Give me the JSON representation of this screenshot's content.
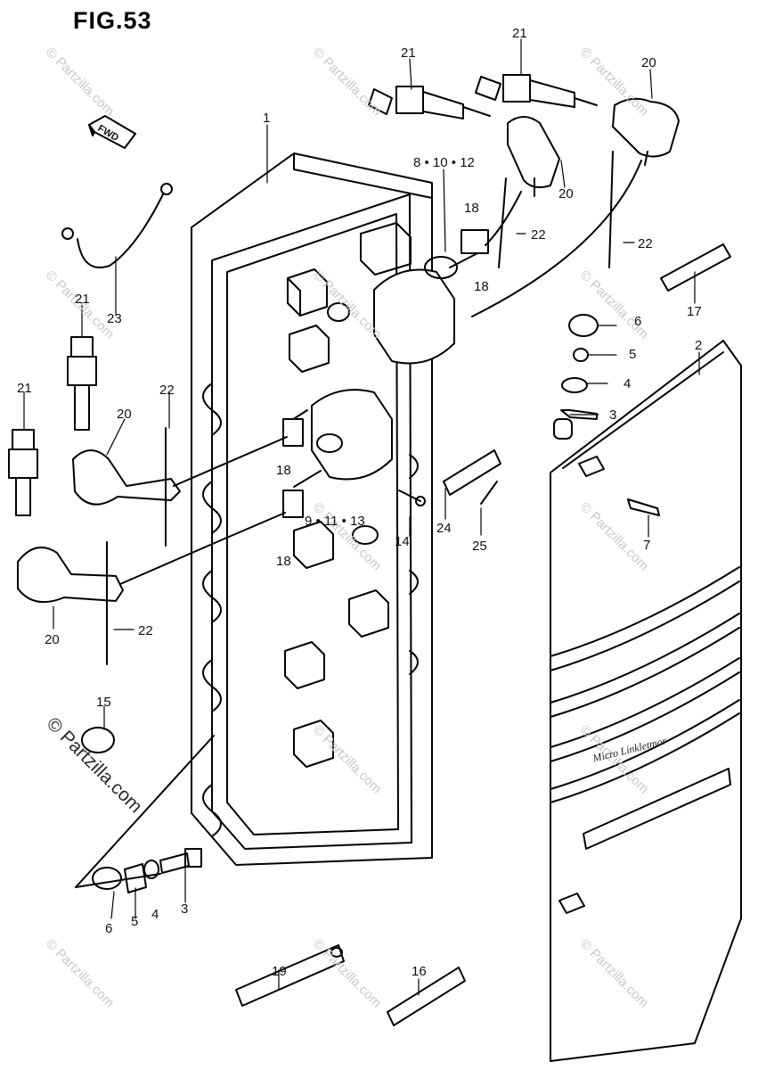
{
  "figure": {
    "title": "FIG.53",
    "fwd_badge": "FWD",
    "cover_label": "Micro Linkletmor"
  },
  "watermark": {
    "text": "© Partzilla.com",
    "prominent_text": "© Partzilla.com"
  },
  "parts": [
    {
      "label": "1"
    },
    {
      "label": "2"
    },
    {
      "label": "3"
    },
    {
      "label": "3"
    },
    {
      "label": "4"
    },
    {
      "label": "4"
    },
    {
      "label": "5"
    },
    {
      "label": "5"
    },
    {
      "label": "6"
    },
    {
      "label": "6"
    },
    {
      "label": "7"
    },
    {
      "label": "8 • 10 • 12"
    },
    {
      "label": "9 • 11 • 13"
    },
    {
      "label": "14"
    },
    {
      "label": "15"
    },
    {
      "label": "16"
    },
    {
      "label": "17"
    },
    {
      "label": "18"
    },
    {
      "label": "18"
    },
    {
      "label": "18"
    },
    {
      "label": "18"
    },
    {
      "label": "19"
    },
    {
      "label": "20"
    },
    {
      "label": "20"
    },
    {
      "label": "20"
    },
    {
      "label": "20"
    },
    {
      "label": "21"
    },
    {
      "label": "21"
    },
    {
      "label": "21"
    },
    {
      "label": "21"
    },
    {
      "label": "22"
    },
    {
      "label": "22"
    },
    {
      "label": "22"
    },
    {
      "label": "22"
    },
    {
      "label": "23"
    },
    {
      "label": "24"
    },
    {
      "label": "25"
    }
  ]
}
